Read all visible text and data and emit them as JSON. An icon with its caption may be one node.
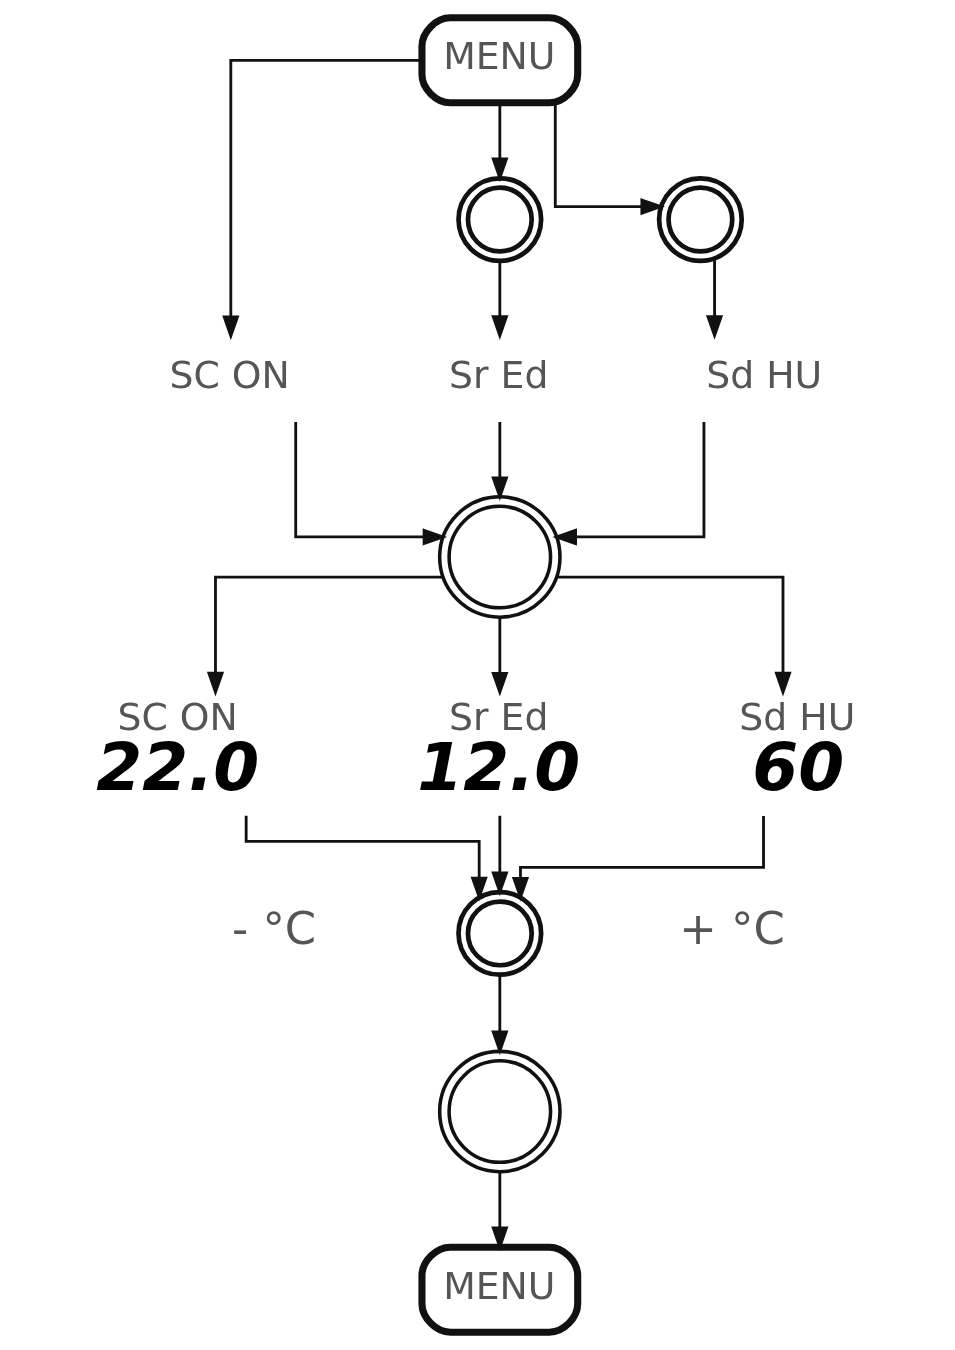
{
  "diagram": {
    "nodes": [
      {
        "text": [
          "MENU"
        ]
      },
      {
        "text": [],
        "shape": "picture"
      },
      {
        "text": [],
        "shape": "picture"
      },
      {
        "text": [
          "SC ON"
        ]
      },
      {
        "text": [
          "Sr Ed"
        ]
      },
      {
        "text": [
          "Sd HU"
        ]
      },
      {
        "text": [],
        "shape": "picture"
      },
      {
        "text": [
          "SC ON",
          "22.0"
        ]
      },
      {
        "text": [
          "Sr Ed",
          "12.0"
        ]
      },
      {
        "text": [
          "Sd HU",
          "60"
        ]
      },
      {
        "text": [],
        "shape": "picture",
        "beside": [
          "- °C",
          "+ °C"
        ]
      },
      {
        "text": [],
        "shape": "picture"
      },
      {
        "text": [
          "MENU"
        ]
      }
    ],
    "edges": [
      {
        "from": 0,
        "to": 3,
        "arrow": "to"
      },
      {
        "from": 0,
        "to": 1,
        "arrow": "to"
      },
      {
        "from": 0,
        "to": 2,
        "arrow": "to"
      },
      {
        "from": 1,
        "to": 4,
        "arrow": "to"
      },
      {
        "from": 2,
        "to": 5,
        "arrow": "to"
      },
      {
        "from": 3,
        "to": 6,
        "arrow": "to"
      },
      {
        "from": 4,
        "to": 6,
        "arrow": "to"
      },
      {
        "from": 5,
        "to": 6,
        "arrow": "to"
      },
      {
        "from": 6,
        "to": 7,
        "arrow": "to"
      },
      {
        "from": 6,
        "to": 8,
        "arrow": "to"
      },
      {
        "from": 6,
        "to": 9,
        "arrow": "to"
      },
      {
        "from": 7,
        "to": 10,
        "arrow": "to"
      },
      {
        "from": 8,
        "to": 10,
        "arrow": "to"
      },
      {
        "from": 9,
        "to": 10,
        "arrow": "to"
      },
      {
        "from": 10,
        "to": 11,
        "arrow": "to"
      },
      {
        "from": 11,
        "to": 12,
        "arrow": "to"
      }
    ]
  }
}
